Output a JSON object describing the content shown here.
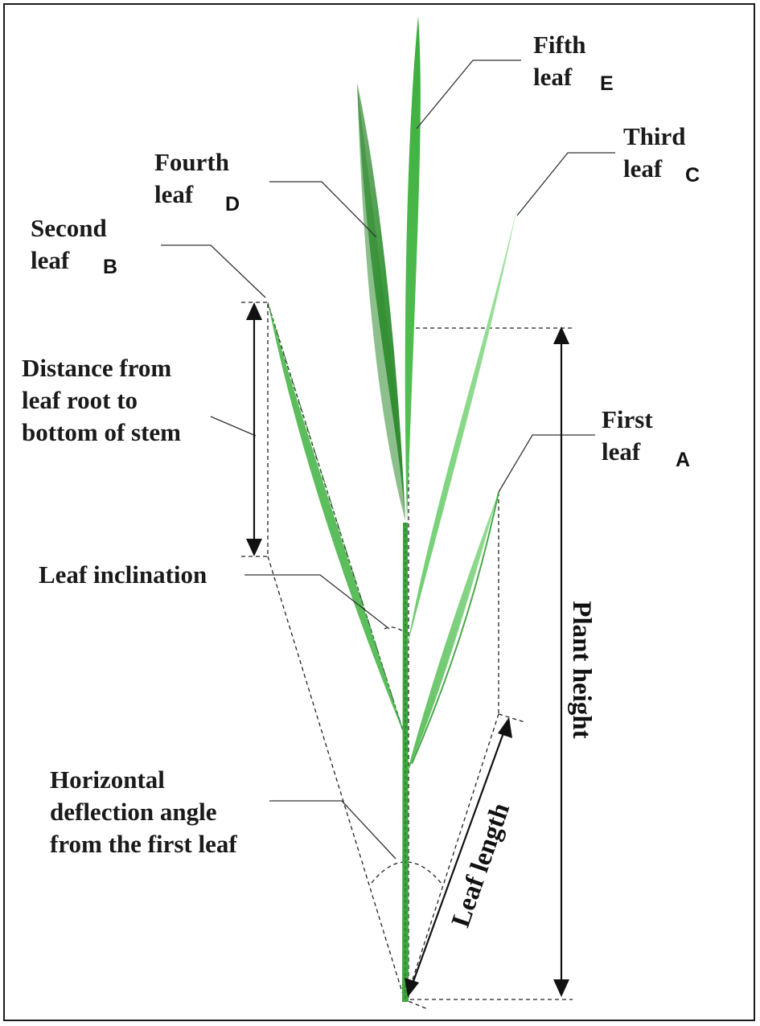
{
  "colors": {
    "leaf_dark": "#2f8f2f",
    "leaf_mid": "#4fb84f",
    "leaf_light": "#8fd98f",
    "stem": "#3fa83f"
  },
  "labels": {
    "fifth_leaf": [
      "Fifth",
      "leaf"
    ],
    "fifth_letter": "E",
    "third_leaf": [
      "Third",
      "leaf"
    ],
    "third_letter": "C",
    "fourth_leaf": [
      "Fourth",
      "leaf"
    ],
    "fourth_letter": "D",
    "second_leaf": [
      "Second",
      "leaf"
    ],
    "second_letter": "B",
    "first_leaf": [
      "First",
      "leaf"
    ],
    "first_letter": "A",
    "distance": [
      "Distance from",
      "leaf root to",
      "bottom of stem"
    ],
    "inclination": "Leaf inclination",
    "deflection": [
      "Horizontal",
      "deflection angle",
      "from the first leaf"
    ],
    "plant_height": "Plant height",
    "leaf_length": "Leaf length"
  }
}
